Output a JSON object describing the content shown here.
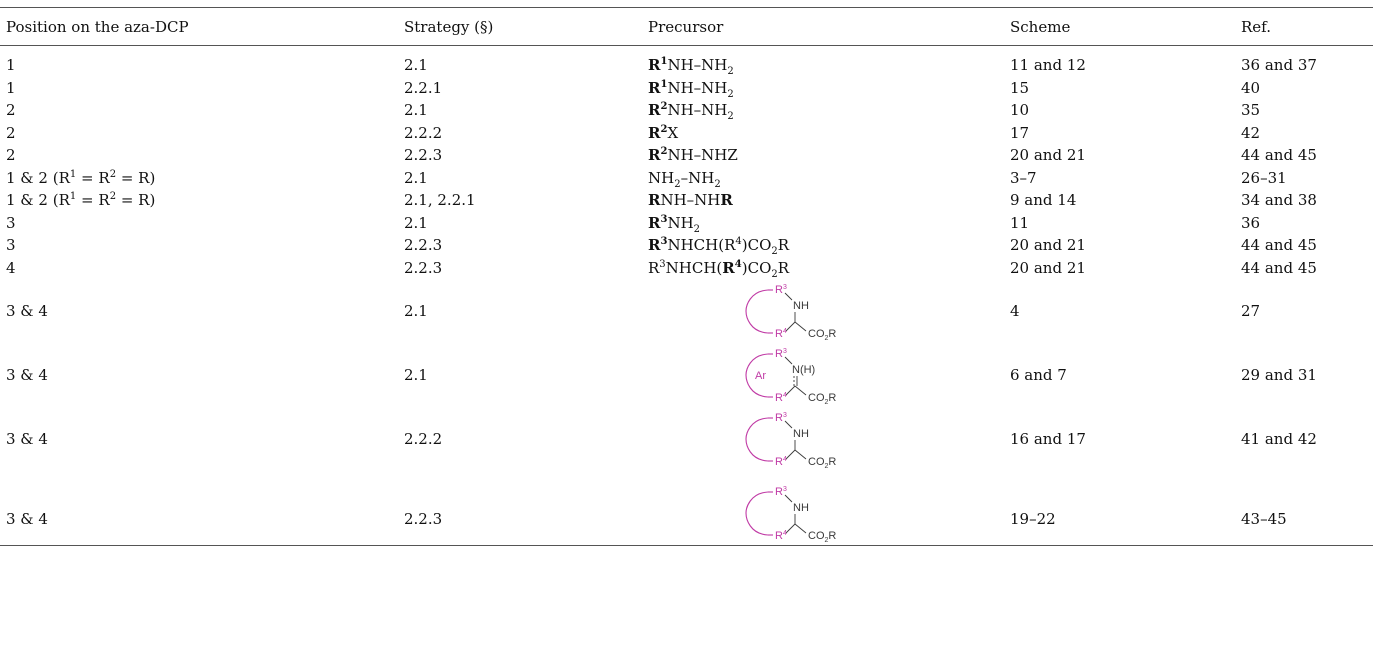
{
  "headers": [
    "Position on the aza-DCP",
    "Strategy (§)",
    "Precursor",
    "Scheme",
    "Ref."
  ],
  "rows": [
    {
      "position": "1",
      "strategy": "2.1",
      "precursor": "R1NH–NH2",
      "scheme": "11 and 12",
      "ref": "36 and 37"
    },
    {
      "position": "1",
      "strategy": "2.2.1",
      "precursor": "R1NH–NH2",
      "scheme": "15",
      "ref": "40"
    },
    {
      "position": "2",
      "strategy": "2.1",
      "precursor": "R2NH–NH2",
      "scheme": "10",
      "ref": "35"
    },
    {
      "position": "2",
      "strategy": "2.2.2",
      "precursor": "R2X",
      "scheme": "17",
      "ref": "42"
    },
    {
      "position": "2",
      "strategy": "2.2.3",
      "precursor": "R2NH–NHZ",
      "scheme": "20 and 21",
      "ref": "44 and 45"
    },
    {
      "position": "1 & 2 (R1 = R2 = R)",
      "strategy": "2.1",
      "precursor": "NH2–NH2",
      "scheme": "3–7",
      "ref": "26–31"
    },
    {
      "position": "1 & 2 (R1 = R2 = R)",
      "strategy": "2.1, 2.2.1",
      "precursor": "RNH–NHR",
      "scheme": "9 and 14",
      "ref": "34 and 38"
    },
    {
      "position": "3",
      "strategy": "2.1",
      "precursor": "R3NH2",
      "scheme": "11",
      "ref": "36"
    },
    {
      "position": "3",
      "strategy": "2.2.3",
      "precursor": "R3NHCH(R4)CO2R",
      "scheme": "20 and 21",
      "ref": "44 and 45"
    },
    {
      "position": "4",
      "strategy": "2.2.3",
      "precursor": "R3NHCH(R4)CO2R",
      "scheme": "20 and 21",
      "ref": "44 and 45"
    },
    {
      "position": "3 & 4",
      "strategy": "2.1",
      "precursor": "cyclic amino ester (NH)",
      "scheme": "4",
      "ref": "27"
    },
    {
      "position": "3 & 4",
      "strategy": "2.1",
      "precursor": "aromatic cyclic amino ester (N(H))",
      "scheme": "6 and 7",
      "ref": "29 and 31"
    },
    {
      "position": "3 & 4",
      "strategy": "2.2.2",
      "precursor": "cyclic amino ester (NH)",
      "scheme": "16 and 17",
      "ref": "41 and 42"
    },
    {
      "position": "3 & 4",
      "strategy": "2.2.3",
      "precursor": "cyclic amino ester (NH)",
      "scheme": "19–22",
      "ref": "43–45"
    }
  ],
  "formula_parts": {
    "r": "R",
    "one": "1",
    "two": "2",
    "three": "3",
    "four": "4",
    "nh_dash_nh": "NH–NH",
    "nh_dash_nhz": "NH–NHZ",
    "x": "X",
    "nh": "NH",
    "nhch_open": "NHCH(",
    "close_co": ")CO",
    "nh_dash": "NH–",
    "eq": " = ",
    "open_paren": " (",
    "close_paren": ")"
  },
  "structure_labels": {
    "r3": "R",
    "r3_sup": "3",
    "r4": "R",
    "r4_sup": "4",
    "nh": "NH",
    "nh_paren": "N(H)",
    "co2r_co": "CO",
    "co2r_2": "2",
    "co2r_r": "R",
    "ar": "Ar"
  },
  "colors": {
    "ring": "#c03aa5",
    "rule": "#555555",
    "text": "#111111",
    "struct_text": "#3a3a3a"
  }
}
